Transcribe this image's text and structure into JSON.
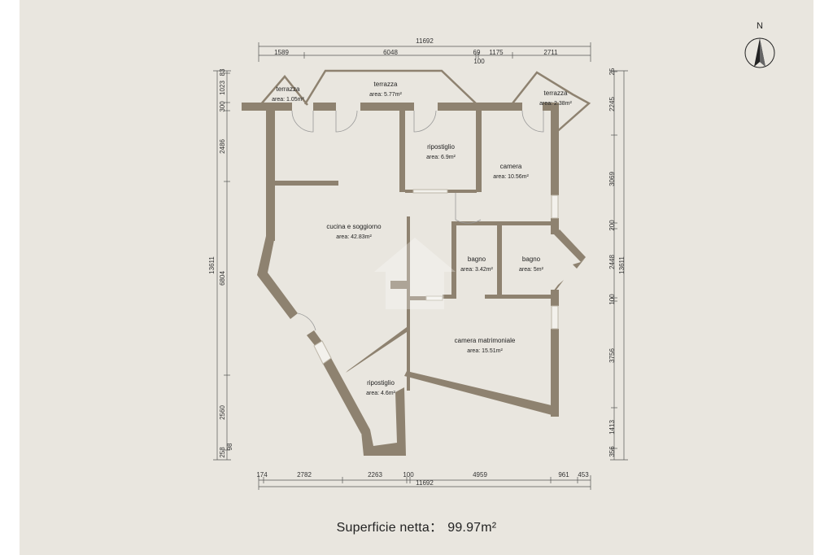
{
  "compass": {
    "label": "N",
    "icon": "north-arrow-icon"
  },
  "rooms": [
    {
      "name": "terrazza",
      "area": "area: 1.05m²"
    },
    {
      "name": "terrazza",
      "area": "area: 5.77m²"
    },
    {
      "name": "terrazza",
      "area": "area: 2.38m²"
    },
    {
      "name": "ripostiglio",
      "area": "area: 6.9m²"
    },
    {
      "name": "camera",
      "area": "area: 10.56m²"
    },
    {
      "name": "cucina e soggiorno",
      "area": "area: 42.83m²"
    },
    {
      "name": "bagno",
      "area": "area: 3.42m²"
    },
    {
      "name": "bagno",
      "area": "area: 5m²"
    },
    {
      "name": "camera matrimoniale",
      "area": "area: 15.51m²"
    },
    {
      "name": "ripostiglio",
      "area": "area: 4.6m²"
    }
  ],
  "dimensions": {
    "top_total": "11692",
    "top_segments": [
      "1589",
      "6048",
      "69",
      "1175",
      "2711"
    ],
    "top_sub": "100",
    "bottom_total": "11692",
    "bottom_segments": [
      "174",
      "2782",
      "2263",
      "100",
      "4959",
      "961",
      "453"
    ],
    "left_total": "13611",
    "left_segments": [
      "83",
      "1023",
      "300",
      "2486",
      "6804",
      "2560",
      "98",
      "258"
    ],
    "right_total": "13611",
    "right_segments": [
      "25",
      "2245",
      "3069",
      "200",
      "2448",
      "100",
      "3756",
      "1413",
      "356"
    ]
  },
  "colors": {
    "wall": "#8e8270",
    "background": "#e9e6df",
    "watermark": "#ffffff"
  },
  "footer": {
    "label": "Superficie netta：",
    "value": "99.97m²"
  }
}
